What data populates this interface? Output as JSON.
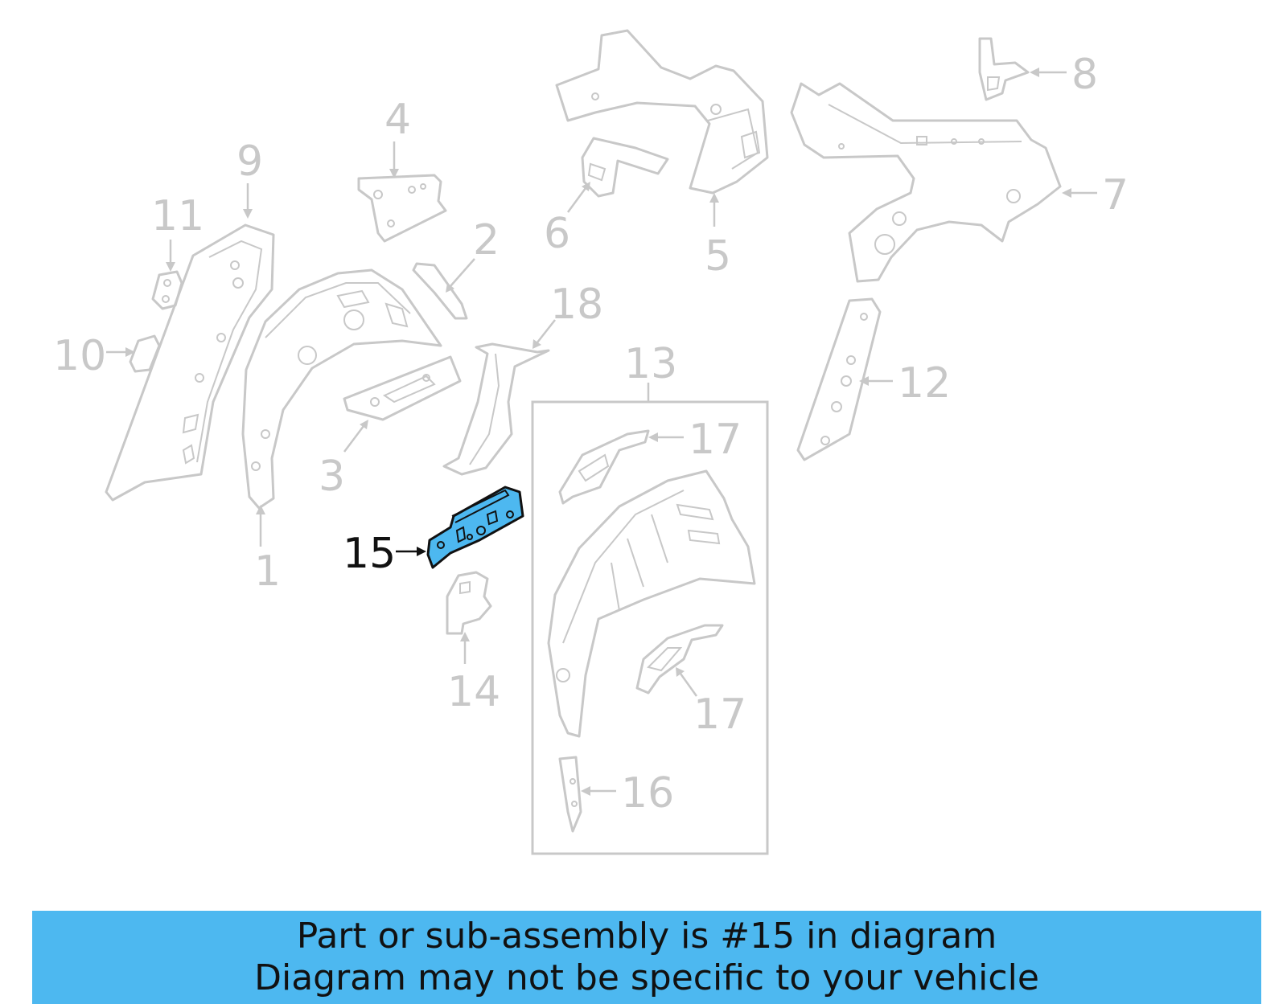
{
  "callouts": {
    "c1": "1",
    "c2": "2",
    "c3": "3",
    "c4": "4",
    "c5": "5",
    "c6": "6",
    "c7": "7",
    "c8": "8",
    "c9": "9",
    "c10": "10",
    "c11": "11",
    "c12": "12",
    "c13": "13",
    "c14": "14",
    "c15": "15",
    "c16": "16",
    "c17a": "17",
    "c17b": "17",
    "c18": "18"
  },
  "highlighted_part": "15",
  "colors": {
    "highlight": "#4db8f0",
    "line_gray": "#c8c8c8",
    "active_text": "#111111"
  },
  "banner": {
    "line1": "Part or sub-assembly is #15 in diagram",
    "line2": "Diagram may not be specific to your vehicle"
  }
}
